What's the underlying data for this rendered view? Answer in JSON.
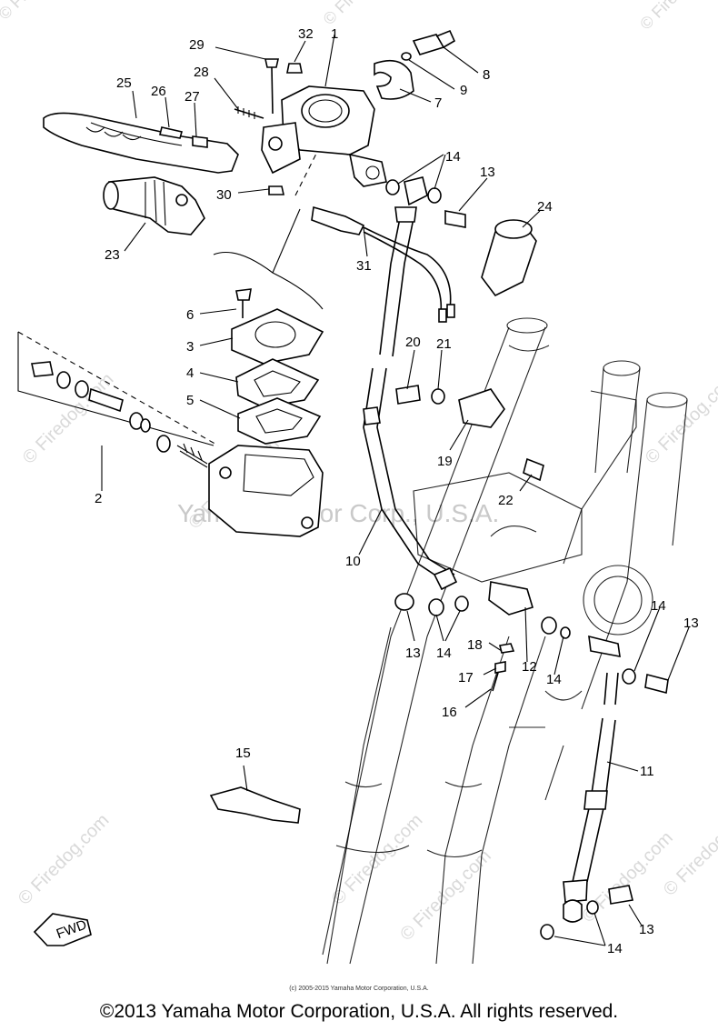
{
  "watermarks": {
    "firedog": "© Firedog.com",
    "yamaha": "Yamaha Motor Corp., U.S.A."
  },
  "part_labels": {
    "p1": "1",
    "p2": "2",
    "p3": "3",
    "p4": "4",
    "p5": "5",
    "p6": "6",
    "p7": "7",
    "p8": "8",
    "p9": "9",
    "p10": "10",
    "p11": "11",
    "p12": "12",
    "p13a": "13",
    "p13b": "13",
    "p13c": "13",
    "p13d": "13",
    "p14a": "14",
    "p14b": "14",
    "p14c": "14",
    "p14d": "14",
    "p14e": "14",
    "p15": "15",
    "p16": "16",
    "p17": "17",
    "p18": "18",
    "p19": "19",
    "p20": "20",
    "p21": "21",
    "p22": "22",
    "p23": "23",
    "p24": "24",
    "p25": "25",
    "p26": "26",
    "p27": "27",
    "p28": "28",
    "p29": "29",
    "p30": "30",
    "p31": "31",
    "p32": "32"
  },
  "fwd_label": "FWD",
  "small_copyright": "(c) 2005-2015 Yamaha Motor Corporation, U.S.A.",
  "footer": "©2013 Yamaha Motor Corporation, U.S.A. All rights reserved."
}
